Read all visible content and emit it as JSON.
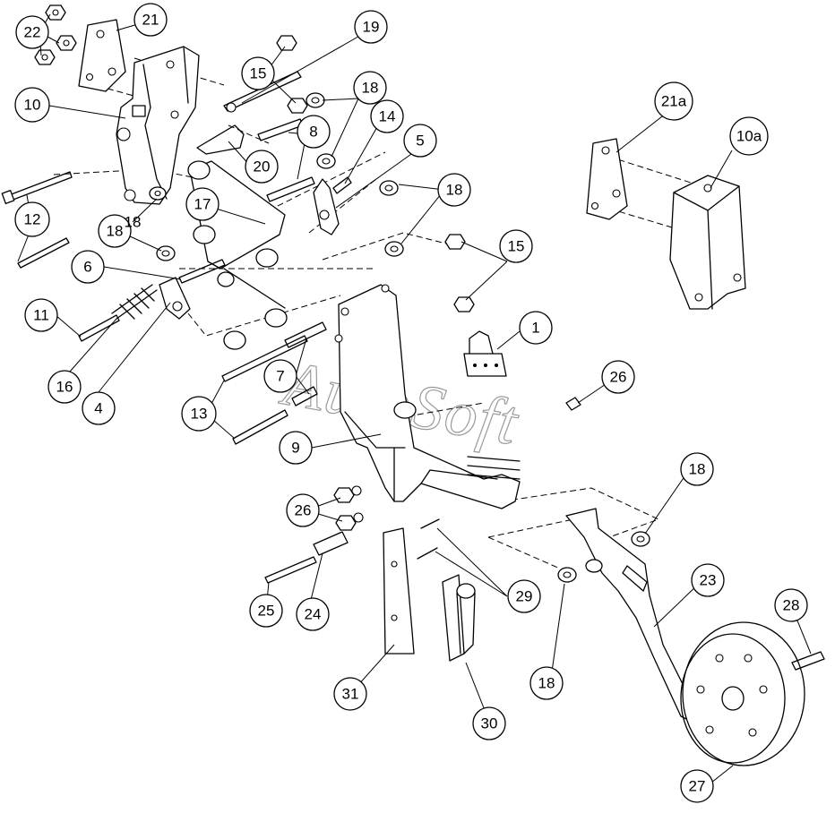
{
  "watermark": "AutoSoft",
  "callouts": [
    {
      "id": "c1",
      "label": "1"
    },
    {
      "id": "c4",
      "label": "4"
    },
    {
      "id": "c5",
      "label": "5"
    },
    {
      "id": "c6",
      "label": "6"
    },
    {
      "id": "c7",
      "label": "7"
    },
    {
      "id": "c8",
      "label": "8"
    },
    {
      "id": "c9",
      "label": "9"
    },
    {
      "id": "c10",
      "label": "10"
    },
    {
      "id": "c10a",
      "label": "10a"
    },
    {
      "id": "c11",
      "label": "11"
    },
    {
      "id": "c12",
      "label": "12"
    },
    {
      "id": "c13",
      "label": "13"
    },
    {
      "id": "c14",
      "label": "14"
    },
    {
      "id": "c15a",
      "label": "15"
    },
    {
      "id": "c15b",
      "label": "15"
    },
    {
      "id": "c16",
      "label": "16"
    },
    {
      "id": "c17",
      "label": "17"
    },
    {
      "id": "c18a",
      "label": "18"
    },
    {
      "id": "c18b",
      "label": "18"
    },
    {
      "id": "c18c",
      "label": "18"
    },
    {
      "id": "c18d",
      "label": "18"
    },
    {
      "id": "c18e",
      "label": "18"
    },
    {
      "id": "c18f",
      "label": "18"
    },
    {
      "id": "c19",
      "label": "19"
    },
    {
      "id": "c20",
      "label": "20"
    },
    {
      "id": "c21",
      "label": "21"
    },
    {
      "id": "c21a",
      "label": "21a"
    },
    {
      "id": "c22",
      "label": "22"
    },
    {
      "id": "c23",
      "label": "23"
    },
    {
      "id": "c24",
      "label": "24"
    },
    {
      "id": "c25",
      "label": "25"
    },
    {
      "id": "c26a",
      "label": "26"
    },
    {
      "id": "c26b",
      "label": "26"
    },
    {
      "id": "c27",
      "label": "27"
    },
    {
      "id": "c28",
      "label": "28"
    },
    {
      "id": "c29",
      "label": "29"
    },
    {
      "id": "c30",
      "label": "30"
    },
    {
      "id": "c31",
      "label": "31"
    }
  ]
}
